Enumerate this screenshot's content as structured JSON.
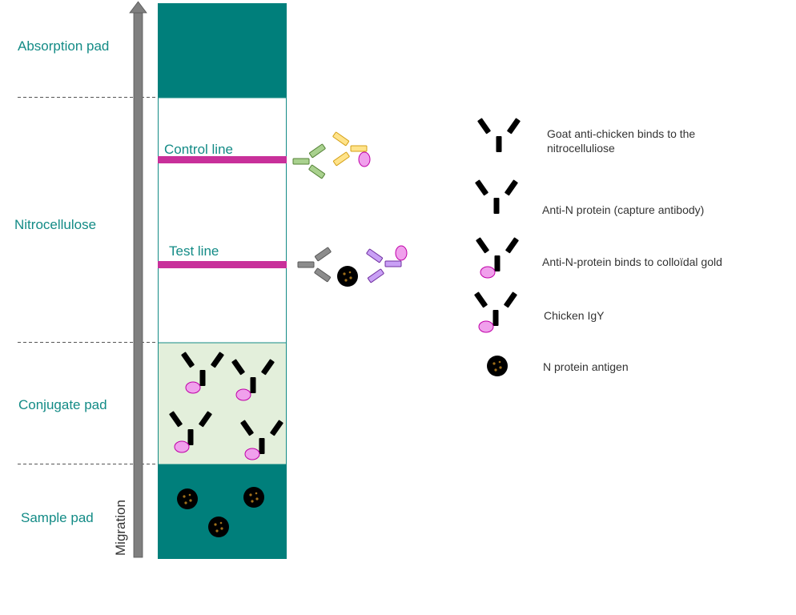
{
  "colors": {
    "teal": "#007f7b",
    "label_teal": "#138b86",
    "line_magenta": "#c8309a",
    "conjugate_bg": "#e3efdb",
    "arrow_gray": "#7f7f7f",
    "green": "#a9d18e",
    "green_stroke": "#538135",
    "gray": "#8c8c8c",
    "gray_stroke": "#595959",
    "purple": "#c9a0f5",
    "purple_stroke": "#7030a0",
    "yellow": "#ffe38a",
    "yellow_stroke": "#d4a017",
    "pink": "#f0a0ec",
    "pink_stroke": "#c000a8",
    "virus": "#daa520",
    "virus_dot": "#a0701a"
  },
  "regions": {
    "absorption": "Absorption pad",
    "nitrocellulose": "Nitrocellulose",
    "conjugate": "Conjugate pad",
    "sample": "Sample pad"
  },
  "lines": {
    "control": "Control line",
    "test": "Test line"
  },
  "axis": {
    "migration": "Migration"
  },
  "legend": [
    {
      "icon": "goat-anti-chicken-antibody-icon",
      "lines": [
        "Goat anti-chicken binds to the",
        "nitrocelluliose"
      ]
    },
    {
      "icon": "anti-n-capture-antibody-icon",
      "lines": [
        "Anti-N protein (capture antibody)"
      ]
    },
    {
      "icon": "anti-n-gold-antibody-icon",
      "lines": [
        "Anti-N-protein binds to colloïdal gold"
      ]
    },
    {
      "icon": "chicken-igy-icon",
      "lines": [
        "Chicken IgY"
      ]
    },
    {
      "icon": "n-protein-antigen-icon",
      "lines": [
        "N protein antigen"
      ]
    }
  ]
}
